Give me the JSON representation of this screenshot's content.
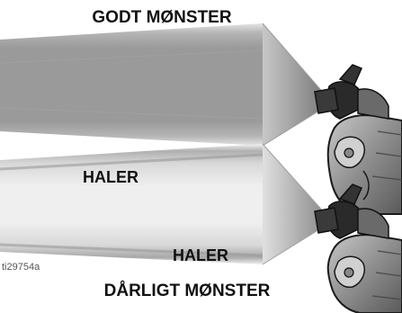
{
  "diagram": {
    "title_good": "GODT MØNSTER",
    "title_bad": "DÅRLIGT MØNSTER",
    "tail_label_upper": "HALER",
    "tail_label_lower": "HALER",
    "figure_id": "ti29754a"
  },
  "colors": {
    "spray_dark": "#8a8a8a",
    "spray_light": "#e8e8e8",
    "gun_body": "#9a9a9a",
    "outline": "#1a1a1a"
  },
  "icons": {
    "gun": "spray-gun-icon"
  }
}
